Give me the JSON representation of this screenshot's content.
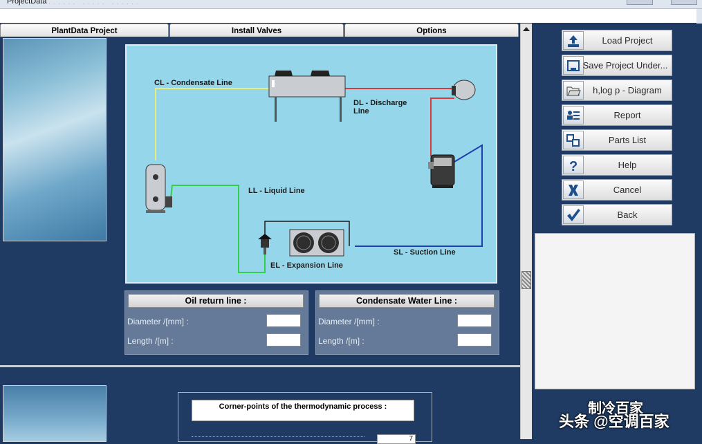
{
  "window": {
    "title": "ProjectData",
    "menu_ghost": "......  .....  ......"
  },
  "tabs": [
    {
      "label": "PlantData Project"
    },
    {
      "label": "Install Valves"
    },
    {
      "label": "Options"
    }
  ],
  "diagram": {
    "labels": {
      "cl": "CL - Condensate Line",
      "dl": "DL - Discharge Line",
      "ll": "LL - Liquid Line",
      "sl": "SL - Suction Line",
      "el": "EL - Expansion Line"
    },
    "colors": {
      "background": "#96d6ea",
      "condensate_line": "#e6ef7a",
      "discharge_line": "#d83a3a",
      "liquid_line": "#2fd04a",
      "suction_line": "#1f3fb0"
    }
  },
  "oil_return": {
    "title": "Oil return line :",
    "diameter_label": "Diameter /[mm] :",
    "length_label": "Length /[m] :",
    "diameter_value": "",
    "length_value": ""
  },
  "condensate_water": {
    "title": "Condensate Water Line :",
    "diameter_label": "Diameter /[mm] :",
    "length_label": "Length /[m] :",
    "diameter_value": "",
    "length_value": ""
  },
  "thermo": {
    "title": "Corner-points of the thermodynamic process :",
    "value": "7"
  },
  "sidebar": {
    "buttons": [
      {
        "label": "Load Project",
        "icon": "upload-icon"
      },
      {
        "label": "Save Project Under...",
        "icon": "save-icon"
      },
      {
        "label": "h,log p - Diagram",
        "icon": "open-folder-icon"
      },
      {
        "label": "Report",
        "icon": "report-icon"
      },
      {
        "label": "Parts List",
        "icon": "parts-list-icon"
      },
      {
        "label": "Help",
        "icon": "help-icon"
      },
      {
        "label": "Cancel",
        "icon": "cancel-icon"
      },
      {
        "label": "Back",
        "icon": "check-icon"
      }
    ]
  },
  "watermark": {
    "line1": "制冷百家",
    "line2": "头条 @空调百家"
  },
  "theme": {
    "app_bg": "#1f3b63",
    "panel_bg": "#657a98"
  }
}
